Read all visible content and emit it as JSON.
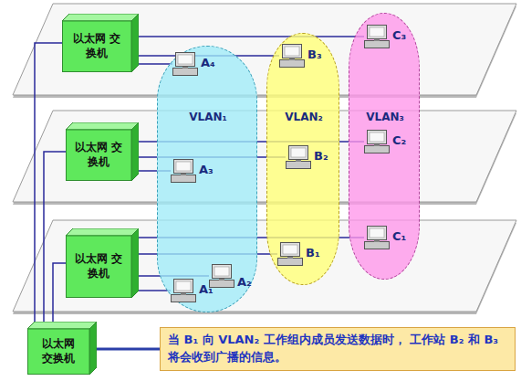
{
  "diagram": {
    "nodes": [
      {
        "text": [
          "以太网 交换机"
        ]
      },
      {
        "text": [
          "VLAN₁"
        ]
      },
      {
        "text": [
          "VLAN₂"
        ]
      },
      {
        "text": [
          "VLAN₃"
        ]
      },
      {
        "text": [
          "A₄"
        ],
        "in": 1
      },
      {
        "text": [
          "B₃"
        ],
        "in": 2
      },
      {
        "text": [
          "C₃"
        ],
        "in": 3
      },
      {
        "text": [
          "以太网 交换机"
        ]
      },
      {
        "text": [
          "A₃"
        ],
        "in": 1
      },
      {
        "text": [
          "B₂"
        ],
        "in": 2
      },
      {
        "text": [
          "C₂"
        ],
        "in": 3
      },
      {
        "text": [
          "以太网 交换机"
        ]
      },
      {
        "text": [
          "A₂"
        ],
        "in": 1
      },
      {
        "text": [
          "A₁"
        ],
        "in": 1
      },
      {
        "text": [
          "B₁"
        ],
        "in": 2
      },
      {
        "text": [
          "C₁"
        ],
        "in": 3
      },
      {
        "text": [
          "以太网 交换机"
        ]
      },
      {
        "text": [
          "当 B₁ 向 VLAN₂ 工作组内成员发送数据时， 工作站 B₂ 和 B₃ 将会收到广播的信息。"
        ]
      }
    ],
    "edges": [
      {
        "from": 0,
        "to": 4,
        "arrow": "none"
      },
      {
        "from": 0,
        "to": 5,
        "arrow": "none"
      },
      {
        "from": 0,
        "to": 6,
        "arrow": "none"
      },
      {
        "from": 7,
        "to": 8,
        "arrow": "none"
      },
      {
        "from": 7,
        "to": 9,
        "arrow": "none"
      },
      {
        "from": 7,
        "to": 10,
        "arrow": "none"
      },
      {
        "from": 11,
        "to": 12,
        "arrow": "none"
      },
      {
        "from": 11,
        "to": 13,
        "arrow": "none"
      },
      {
        "from": 11,
        "to": 14,
        "arrow": "none"
      },
      {
        "from": 11,
        "to": 15,
        "arrow": "none"
      },
      {
        "from": 16,
        "to": 0,
        "arrow": "none"
      },
      {
        "from": 16,
        "to": 7,
        "arrow": "none"
      },
      {
        "from": 16,
        "to": 11,
        "arrow": "none"
      },
      {
        "from": 16,
        "to": 17,
        "arrow": "none"
      }
    ]
  }
}
